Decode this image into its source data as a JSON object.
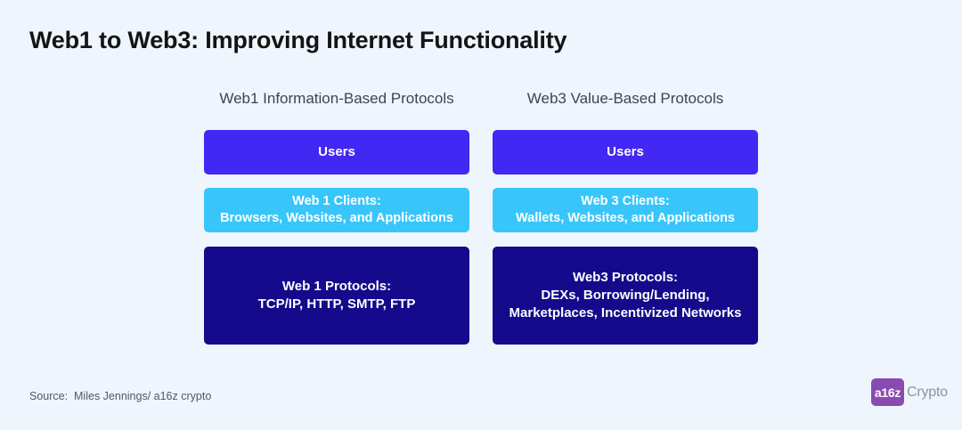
{
  "title": "Web1 to Web3: Improving Internet Functionality",
  "columns": [
    {
      "header": "Web1 Information-Based Protocols",
      "boxes": [
        {
          "name": "users",
          "lines": [
            "Users"
          ],
          "color": "#4327f2"
        },
        {
          "name": "clients",
          "lines": [
            "Web 1 Clients:",
            "Browsers, Websites, and Applications"
          ],
          "color": "#38c6fa"
        },
        {
          "name": "protocols",
          "lines": [
            "Web 1 Protocols:",
            "TCP/IP, HTTP, SMTP, FTP"
          ],
          "color": "#150a8c"
        }
      ]
    },
    {
      "header": "Web3 Value-Based Protocols",
      "boxes": [
        {
          "name": "users",
          "lines": [
            "Users"
          ],
          "color": "#4327f2"
        },
        {
          "name": "clients",
          "lines": [
            "Web 3 Clients:",
            "Wallets, Websites, and Applications"
          ],
          "color": "#38c6fa"
        },
        {
          "name": "protocols",
          "lines": [
            "Web3 Protocols:",
            "DEXs, Borrowing/Lending,",
            "Marketplaces, Incentivized Networks"
          ],
          "color": "#150a8c"
        }
      ]
    }
  ],
  "source": "Source:  Miles Jennings/ a16z crypto",
  "logo": {
    "mark": "a16z",
    "word": "Crypto",
    "mark_color": "#8a4bb0",
    "word_color": "#8f9499"
  },
  "colors": {
    "background": "#eff5fd",
    "title": "#141414",
    "header_text": "#39474f",
    "users_box": "#4327f2",
    "clients_box": "#38c6fa",
    "protocols_box": "#150a8c",
    "box_text": "#ffffff",
    "source_text": "#4d5a62"
  }
}
